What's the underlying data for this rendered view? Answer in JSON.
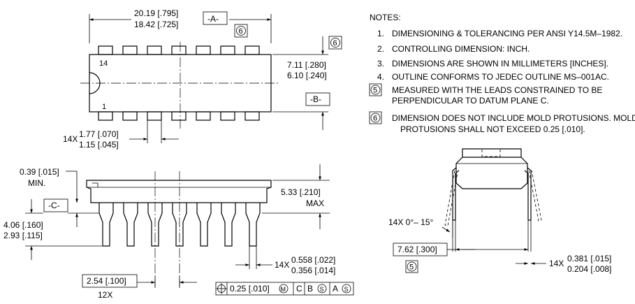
{
  "top_view": {
    "length_max": "20.19 [.795]",
    "length_min": "18.42 [.725]",
    "datum_a": "-A-",
    "note_ref_6a": "6",
    "note_ref_6b": "6",
    "width_max": "7.11 [.280]",
    "width_min": "6.10 [.240]",
    "datum_b": "-B-",
    "pin_14": "14",
    "pin_1": "1",
    "lead_width_qty": "14X",
    "lead_width_max": "1.77 [.070]",
    "lead_width_min": "1.15 [.045]"
  },
  "side_view": {
    "standoff": "0.39 [.015]",
    "standoff_min": "MIN.",
    "datum_c": "-C-",
    "lead_len_max": "4.06 [.160]",
    "lead_len_min": "2.93 [.115]",
    "height_max": "5.33 [.210]",
    "height_label": "MAX",
    "pitch": "2.54 [.100]",
    "pitch_qty": "12X",
    "lead_thk_qty": "14X",
    "lead_thk_max": "0.558 [.022]",
    "lead_thk_min": "0.356 [.014]",
    "fcf_tol": "0.25 [.010]",
    "fcf_m": "M",
    "fcf_c": "C",
    "fcf_b": "B",
    "fcf_s1": "S",
    "fcf_a": "A",
    "fcf_s2": "S"
  },
  "end_view": {
    "angle": "14X 0°– 15°",
    "row_spacing": "7.62 [.300]",
    "note_ref_5": "5",
    "lead_w_qty": "14X",
    "lead_w_max": "0.381 [.015]",
    "lead_w_min": "0.204 [.008]"
  },
  "notes": {
    "heading": "NOTES:",
    "n1_num": "1.",
    "n1": "DIMENSIONING & TOLERANCING PER ANSI Y14.5M–1982.",
    "n2_num": "2.",
    "n2": "CONTROLLING DIMENSION: INCH.",
    "n3_num": "3.",
    "n3": "DIMENSIONS ARE SHOWN IN MILLIMETERS [INCHES].",
    "n4_num": "4.",
    "n4": "OUTLINE CONFORMS TO JEDEC OUTLINE MS–001AC.",
    "n5_num": "5",
    "n5_l1": "MEASURED WITH THE LEADS CONSTRAINED TO BE",
    "n5_l2": "PERPENDICULAR TO DATUM PLANE C.",
    "n6_num": "6",
    "n6_l1": "DIMENSION DOES NOT INCLUDE MOLD PROTUSIONS. MOLD",
    "n6_l2": "PROTUSIONS SHALL NOT EXCEED 0.25 [.010]."
  }
}
